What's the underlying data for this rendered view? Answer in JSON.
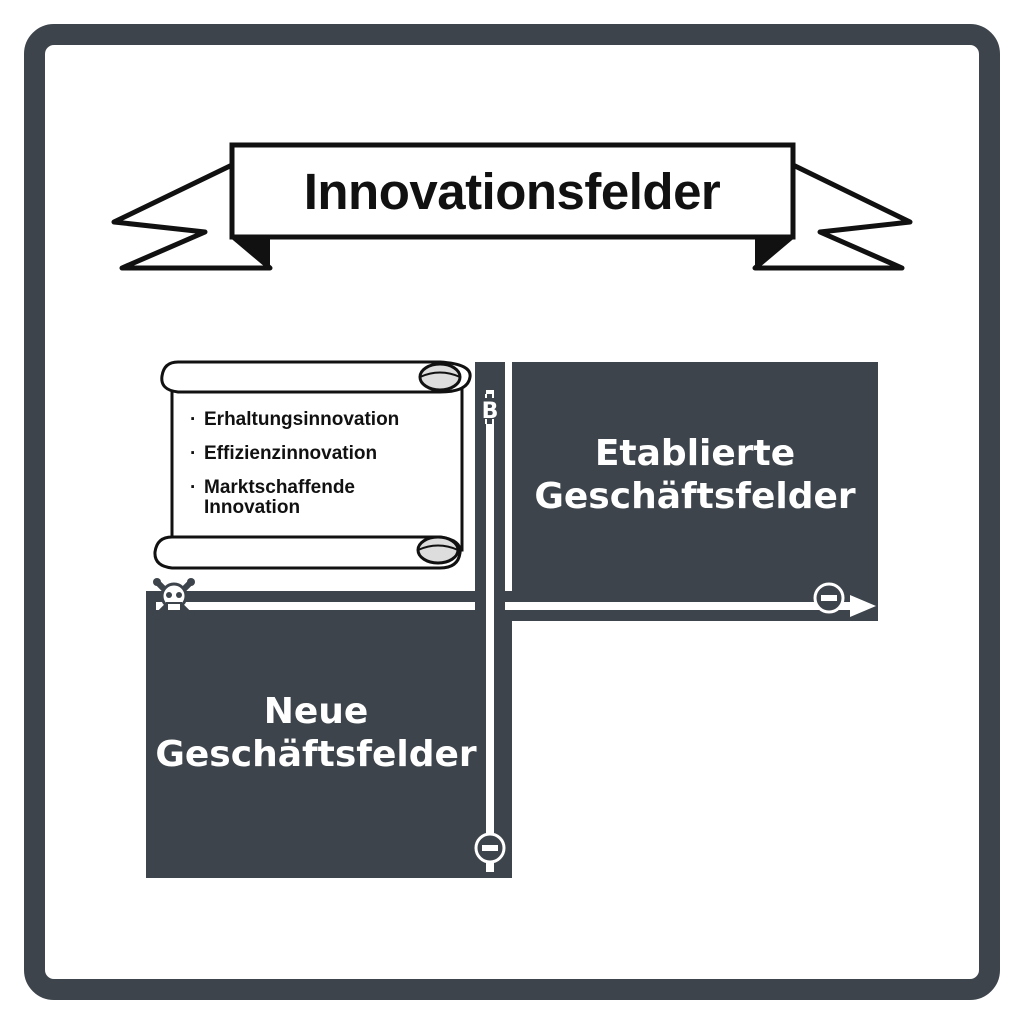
{
  "banner": {
    "title": "Innovationsfelder"
  },
  "quadrants": {
    "etablierte": {
      "line1": "Etablierte",
      "line2": "Geschäftsfelder"
    },
    "neue": {
      "line1": "Neue",
      "line2": "Geschäftsfelder"
    }
  },
  "scroll": {
    "bullet": "·",
    "items": [
      "Erhaltungsinnovation",
      "Effizienzinnovation",
      "Marktschaffende Innovation"
    ]
  },
  "icons": {
    "vertical_axis_top": "bitcoin-icon",
    "horizontal_axis_left": "skull-crossbones-icon",
    "horizontal_axis_right": "minus-circle-icon",
    "vertical_axis_bottom": "minus-circle-icon"
  },
  "colors": {
    "dark": "#3d444b",
    "light": "#ffffff"
  }
}
